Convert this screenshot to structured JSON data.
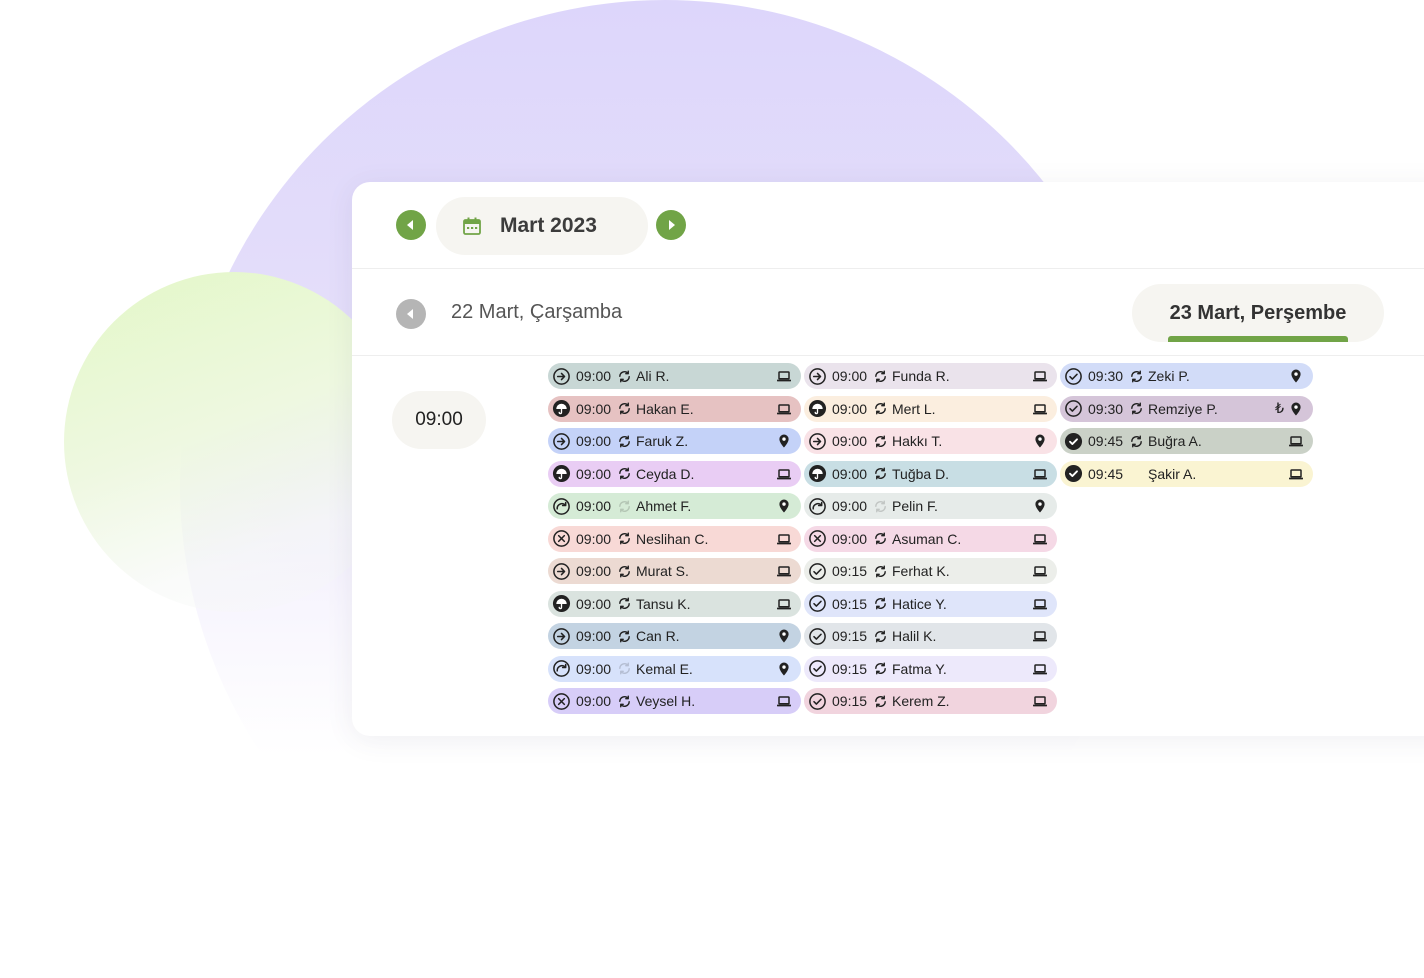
{
  "header": {
    "month_label": "Mart 2023"
  },
  "days": {
    "previous": "22 Mart, Çarşamba",
    "current": "23 Mart, Perşembe"
  },
  "time_slot": "09:00",
  "columns": [
    [
      {
        "status": "arrow-right-circle-icon",
        "time": "09:00",
        "sync": "on",
        "name": "Ali R.",
        "mode": "laptop-icon",
        "color": "#c8d7d5"
      },
      {
        "status": "umbrella-circle-icon",
        "time": "09:00",
        "sync": "on",
        "name": "Hakan E.",
        "mode": "laptop-icon",
        "color": "#e6c2c2"
      },
      {
        "status": "arrow-right-circle-icon",
        "time": "09:00",
        "sync": "on",
        "name": "Faruk Z.",
        "mode": "location-icon",
        "color": "#c4d2f8"
      },
      {
        "status": "umbrella-circle-icon",
        "time": "09:00",
        "sync": "on",
        "name": "Ceyda D.",
        "mode": "laptop-icon",
        "color": "#e9cdf4"
      },
      {
        "status": "progress-circle-icon",
        "time": "09:00",
        "sync": "off",
        "name": "Ahmet F.",
        "mode": "location-icon",
        "color": "#d5ebd6"
      },
      {
        "status": "cancel-circle-icon",
        "time": "09:00",
        "sync": "on",
        "name": "Neslihan C.",
        "mode": "laptop-icon",
        "color": "#f8d9d6"
      },
      {
        "status": "arrow-right-circle-icon",
        "time": "09:00",
        "sync": "on",
        "name": "Murat S.",
        "mode": "laptop-icon",
        "color": "#ecdad2"
      },
      {
        "status": "umbrella-circle-icon",
        "time": "09:00",
        "sync": "on",
        "name": "Tansu K.",
        "mode": "laptop-icon",
        "color": "#dae3df"
      },
      {
        "status": "arrow-right-circle-icon",
        "time": "09:00",
        "sync": "on",
        "name": "Can R.",
        "mode": "location-icon",
        "color": "#c3d3e2"
      },
      {
        "status": "progress-circle-icon",
        "time": "09:00",
        "sync": "off",
        "name": "Kemal E.",
        "mode": "location-icon",
        "color": "#d7e2fb"
      },
      {
        "status": "cancel-circle-icon",
        "time": "09:00",
        "sync": "on",
        "name": "Veysel H.",
        "mode": "laptop-icon",
        "color": "#d7cdf8"
      }
    ],
    [
      {
        "status": "arrow-right-circle-icon",
        "time": "09:00",
        "sync": "on",
        "name": "Funda R.",
        "mode": "laptop-icon",
        "color": "#eae3ec"
      },
      {
        "status": "umbrella-circle-icon",
        "time": "09:00",
        "sync": "on",
        "name": "Mert L.",
        "mode": "laptop-icon",
        "color": "#fbeedf"
      },
      {
        "status": "arrow-right-circle-icon",
        "time": "09:00",
        "sync": "on",
        "name": "Hakkı T.",
        "mode": "location-icon",
        "color": "#f9e2e6"
      },
      {
        "status": "umbrella-circle-icon",
        "time": "09:00",
        "sync": "on",
        "name": "Tuğba D.",
        "mode": "laptop-icon",
        "color": "#c8dee4"
      },
      {
        "status": "progress-circle-icon",
        "time": "09:00",
        "sync": "off",
        "name": "Pelin F.",
        "mode": "location-icon",
        "color": "#e6ebe9"
      },
      {
        "status": "cancel-circle-icon",
        "time": "09:00",
        "sync": "on",
        "name": "Asuman C.",
        "mode": "laptop-icon",
        "color": "#f5d9e6"
      },
      {
        "status": "check-circle-icon",
        "time": "09:15",
        "sync": "on",
        "name": "Ferhat K.",
        "mode": "laptop-icon",
        "color": "#eceeea"
      },
      {
        "status": "check-circle-icon",
        "time": "09:15",
        "sync": "on",
        "name": "Hatice Y.",
        "mode": "laptop-icon",
        "color": "#dfe5fa"
      },
      {
        "status": "check-circle-icon",
        "time": "09:15",
        "sync": "on",
        "name": "Halil K.",
        "mode": "laptop-icon",
        "color": "#e1e5e9"
      },
      {
        "status": "check-circle-icon",
        "time": "09:15",
        "sync": "on",
        "name": "Fatma Y.",
        "mode": "laptop-icon",
        "color": "#ede9fb"
      },
      {
        "status": "check-circle-icon",
        "time": "09:15",
        "sync": "on",
        "name": "Kerem Z.",
        "mode": "laptop-icon",
        "color": "#f1d4de"
      }
    ],
    [
      {
        "status": "check-circle-icon",
        "time": "09:30",
        "sync": "on",
        "name": "Zeki P.",
        "mode": "location-icon",
        "color": "#d2dcf8"
      },
      {
        "status": "check-circle-icon",
        "time": "09:30",
        "sync": "on",
        "name": "Remziye P.",
        "mode": "location-icon",
        "lira": "₺",
        "color": "#d5c5d9"
      },
      {
        "status": "check-filled-circle-icon",
        "time": "09:45",
        "sync": "on",
        "name": "Buğra A.",
        "mode": "laptop-icon",
        "color": "#cad1c7"
      },
      {
        "status": "check-filled-circle-icon",
        "time": "09:45",
        "sync": "none",
        "name": "Şakir A.",
        "mode": "laptop-icon",
        "color": "#faf4d2"
      }
    ]
  ]
}
